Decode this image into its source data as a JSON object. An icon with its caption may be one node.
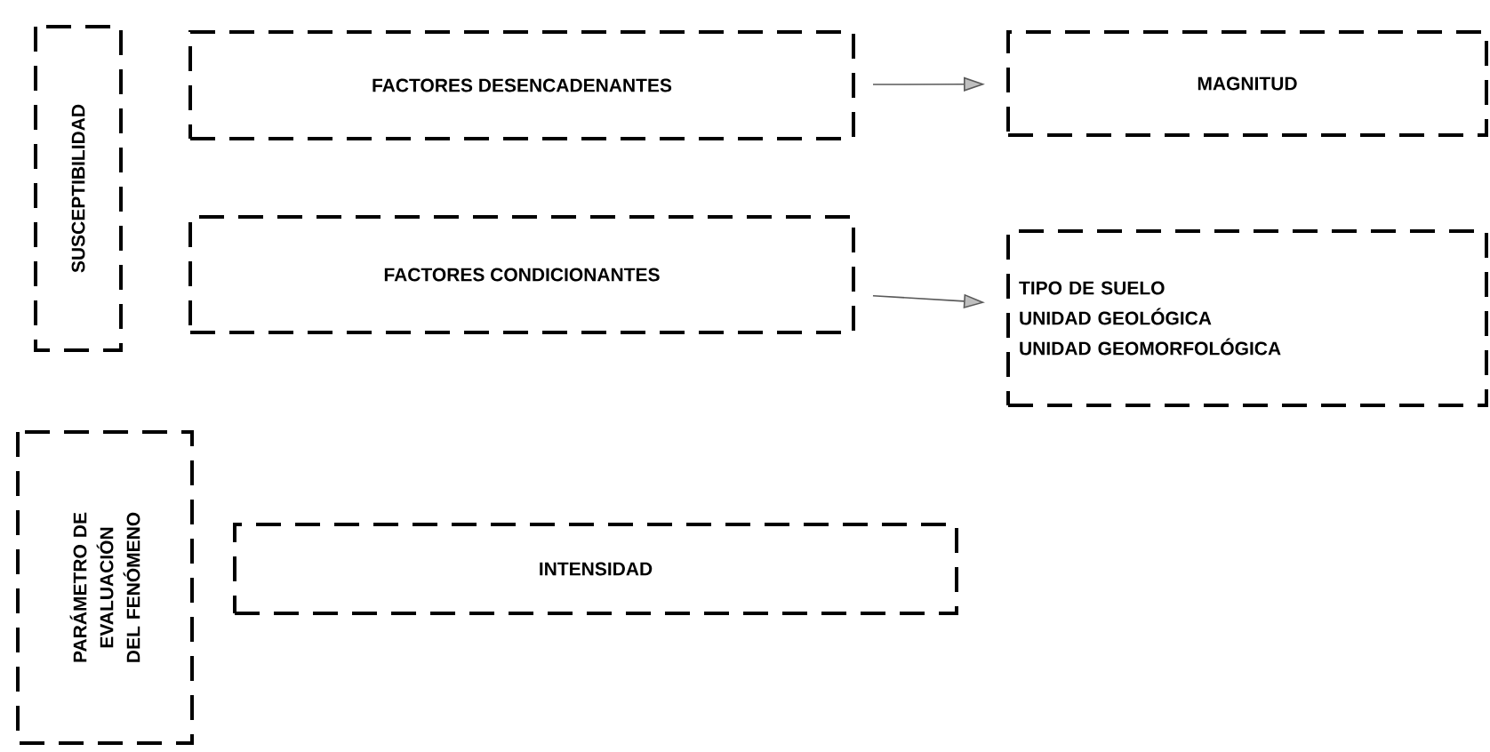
{
  "diagram": {
    "nodes": [
      {
        "text": [
          "SUSCEPTIBILIDAD"
        ]
      },
      {
        "text": [
          "FACTORES DESENCADENANTES"
        ]
      },
      {
        "text": [
          "MAGNITUD"
        ]
      },
      {
        "text": [
          "FACTORES CONDICIONANTES"
        ]
      },
      {
        "text": [
          "TIPO DE SUELO",
          "UNIDAD GEOLÓGICA",
          "UNIDAD GEOMORFOLÓGICA"
        ]
      },
      {
        "text": [
          "PARÁMETRO DE EVALUACIÓN DEL FENÓMENO"
        ]
      },
      {
        "text": [
          "INTENSIDAD"
        ]
      }
    ],
    "edges": [
      {
        "from": 1,
        "to": 2,
        "arrow": "to"
      },
      {
        "from": 3,
        "to": 4,
        "arrow": "to"
      }
    ]
  }
}
